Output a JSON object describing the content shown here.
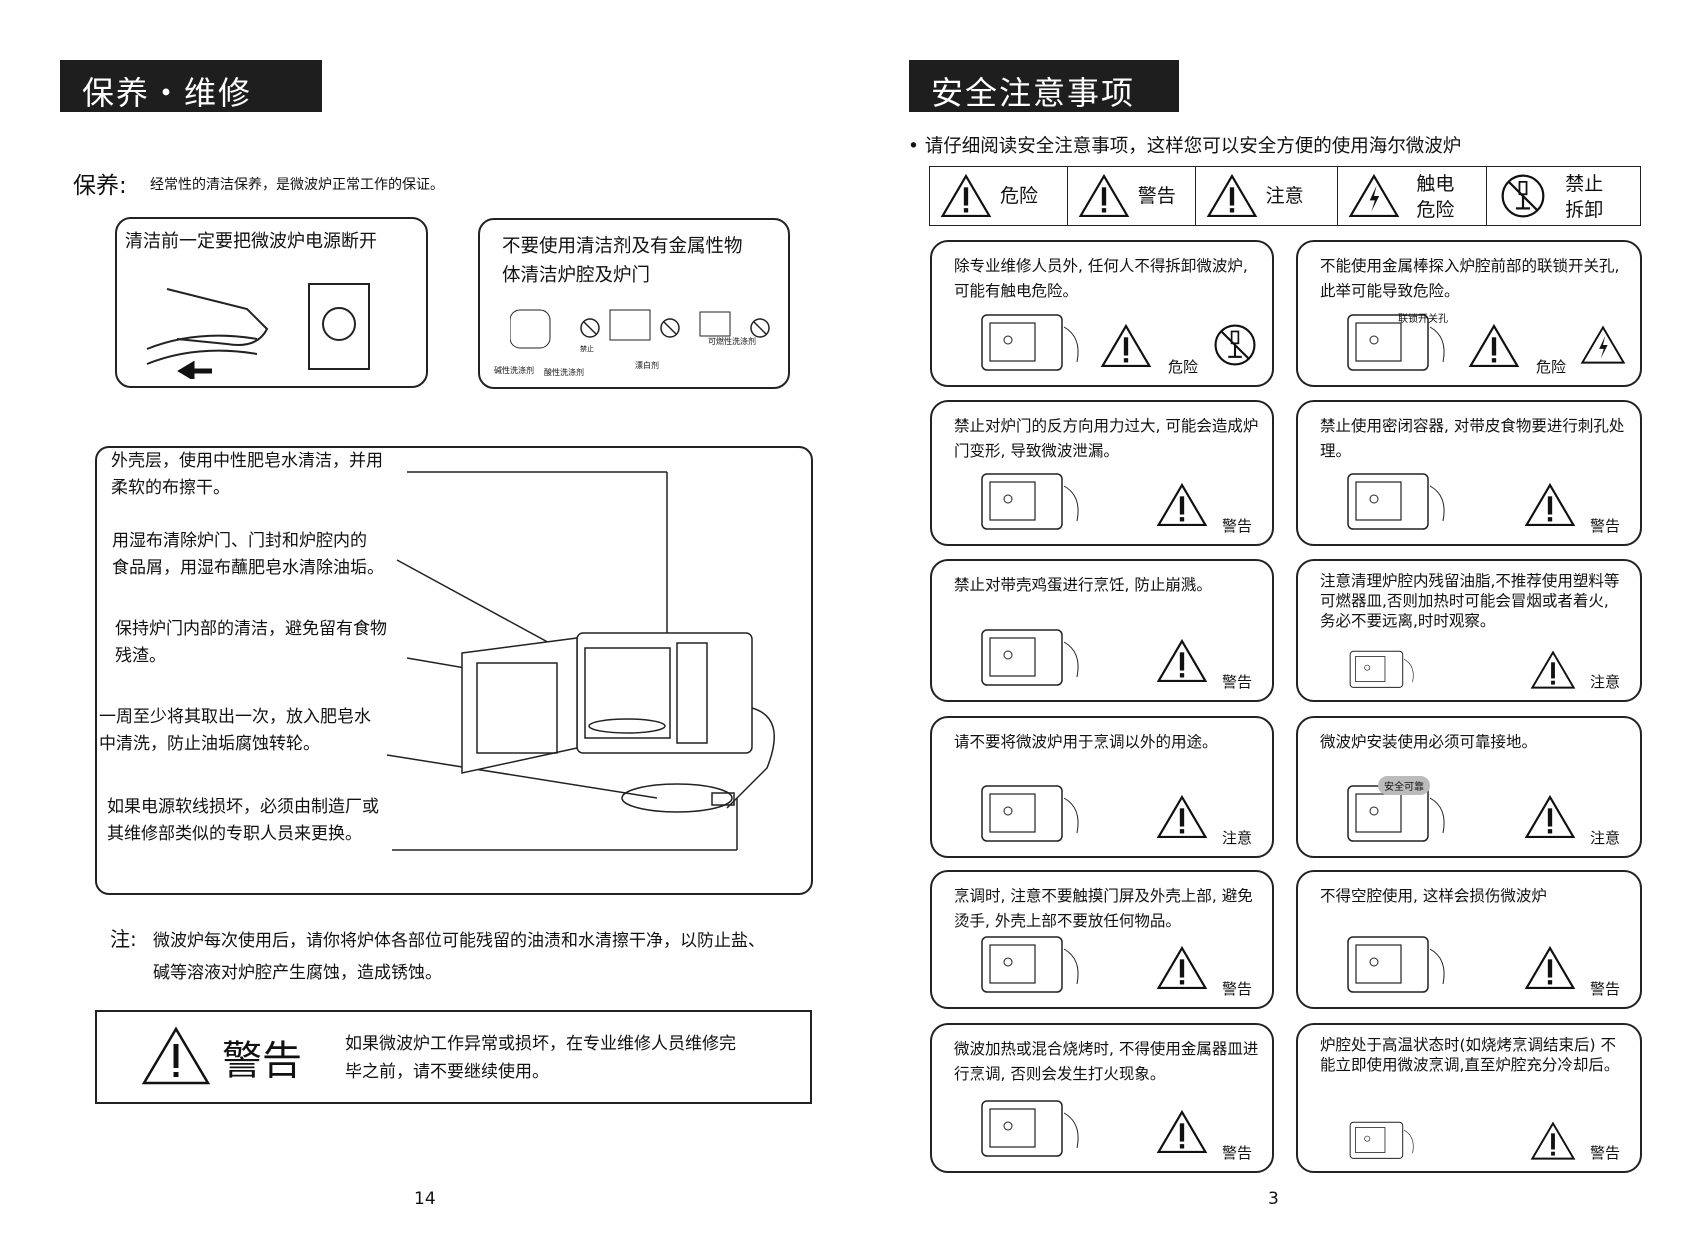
{
  "left_page": {
    "title": "保养・维修",
    "maintenance_label": "保养:",
    "maintenance_text": "经常性的清洁保养，是微波炉正常工作的保证。",
    "box1_text": "清洁前一定要把微波炉电源断开",
    "box2_text_1": "不要使用清洁剂及有金属性物",
    "box2_text_2": "体清洁炉腔及炉门",
    "box2_labels": [
      "碱性洗涤剂",
      "酸性洗涤剂",
      "漂白剂",
      "可燃性洗涤剂"
    ],
    "prohibit_label": "禁止",
    "callouts": [
      [
        "外壳层，使用中性肥皂水清洁，并用",
        "柔软的布擦干。"
      ],
      [
        "用湿布清除炉门、门封和炉腔内的",
        "食品屑，用湿布蘸肥皂水清除油垢。"
      ],
      [
        "保持炉门内部的清洁，避免留有食物",
        "残渣。"
      ],
      [
        "一周至少将其取出一次，放入肥皂水",
        "中清洗，防止油垢腐蚀转轮。"
      ],
      [
        "如果电源软线损坏，必须由制造厂或",
        "其维修部类似的专职人员来更换。"
      ]
    ],
    "note_label": "注:",
    "note_line1": "微波炉每次使用后，请你将炉体各部位可能残留的油渍和水清擦干净，以防止盐、",
    "note_line2": "碱等溶液对炉腔产生腐蚀，造成锈蚀。",
    "warning_title": "警告",
    "warning_line1": "如果微波炉工作异常或损坏，在专业维修人员维修完",
    "warning_line2": "毕之前，请不要继续使用。",
    "page_number": "14"
  },
  "right_page": {
    "title": "安全注意事项",
    "intro": "• 请仔细阅读安全注意事项，这样您可以安全方便的使用海尔微波炉",
    "legend": [
      {
        "icon": "warning-triangle",
        "label": "危险"
      },
      {
        "icon": "warning-triangle",
        "label": "警告"
      },
      {
        "icon": "warning-triangle",
        "label": "注意"
      },
      {
        "icon": "electric-shock",
        "label": "触电危险"
      },
      {
        "icon": "no-disassembly",
        "label": "禁止拆卸"
      }
    ],
    "cards": [
      {
        "text": "除专业维修人员外, 任何人不得拆卸微波炉, 可能有触电危险。",
        "level": "危险",
        "extra_icon": "no-disassembly"
      },
      {
        "text": "不能使用金属棒探入炉腔前部的联锁开关孔, 此举可能导致危险。",
        "level": "危险",
        "extra_icon": "electric-shock",
        "sub_label": "联锁开关孔"
      },
      {
        "text": "禁止对炉门的反方向用力过大, 可能会造成炉门变形, 导致微波泄漏。",
        "level": "警告"
      },
      {
        "text": "禁止使用密闭容器, 对带皮食物要进行刺孔处理。",
        "level": "警告"
      },
      {
        "text": "禁止对带壳鸡蛋进行烹饪, 防止崩溅。",
        "level": "警告"
      },
      {
        "text": "注意清理炉腔内残留油脂,不推荐使用塑料等可燃器皿,否则加热时可能会冒烟或者着火, 务必不要远离,时时观察。",
        "level": "注意"
      },
      {
        "text": "请不要将微波炉用于烹调以外的用途。",
        "level": "注意"
      },
      {
        "text": "微波炉安装使用必须可靠接地。",
        "level": "注意",
        "sub_label": "安全可靠"
      },
      {
        "text": "烹调时, 注意不要触摸门屏及外壳上部, 避免烫手, 外壳上部不要放任何物品。",
        "level": "警告"
      },
      {
        "text": "不得空腔使用, 这样会损伤微波炉",
        "level": "警告"
      },
      {
        "text": "微波加热或混合烧烤时, 不得使用金属器皿进行烹调, 否则会发生打火现象。",
        "level": "警告"
      },
      {
        "text": "炉腔处于高温状态时(如烧烤烹调结束后) 不能立即使用微波烹调,直至炉腔充分冷却后。",
        "level": "警告"
      }
    ],
    "page_number": "3"
  }
}
